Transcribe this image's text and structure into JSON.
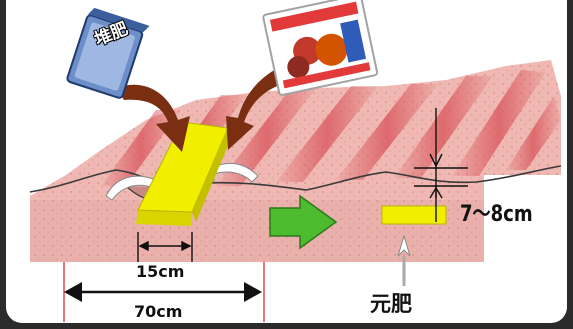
{
  "labels": {
    "compost_bag": "堆肥",
    "furrow_depth": "7～8cm",
    "fertilizer_width": "15cm",
    "row_width": "70cm",
    "base_fertilizer": "元肥"
  },
  "colors": {
    "soil": "#e9a8a8",
    "ridge_stripe": "#d45a5a",
    "fertilizer": "#f2ee00",
    "next_arrow": "#4cbb2e",
    "feed_arrow": "#7a2e12"
  },
  "icons": [
    "compost-bag-icon",
    "fertilizer-bag-icon",
    "next-step-arrow-icon"
  ]
}
